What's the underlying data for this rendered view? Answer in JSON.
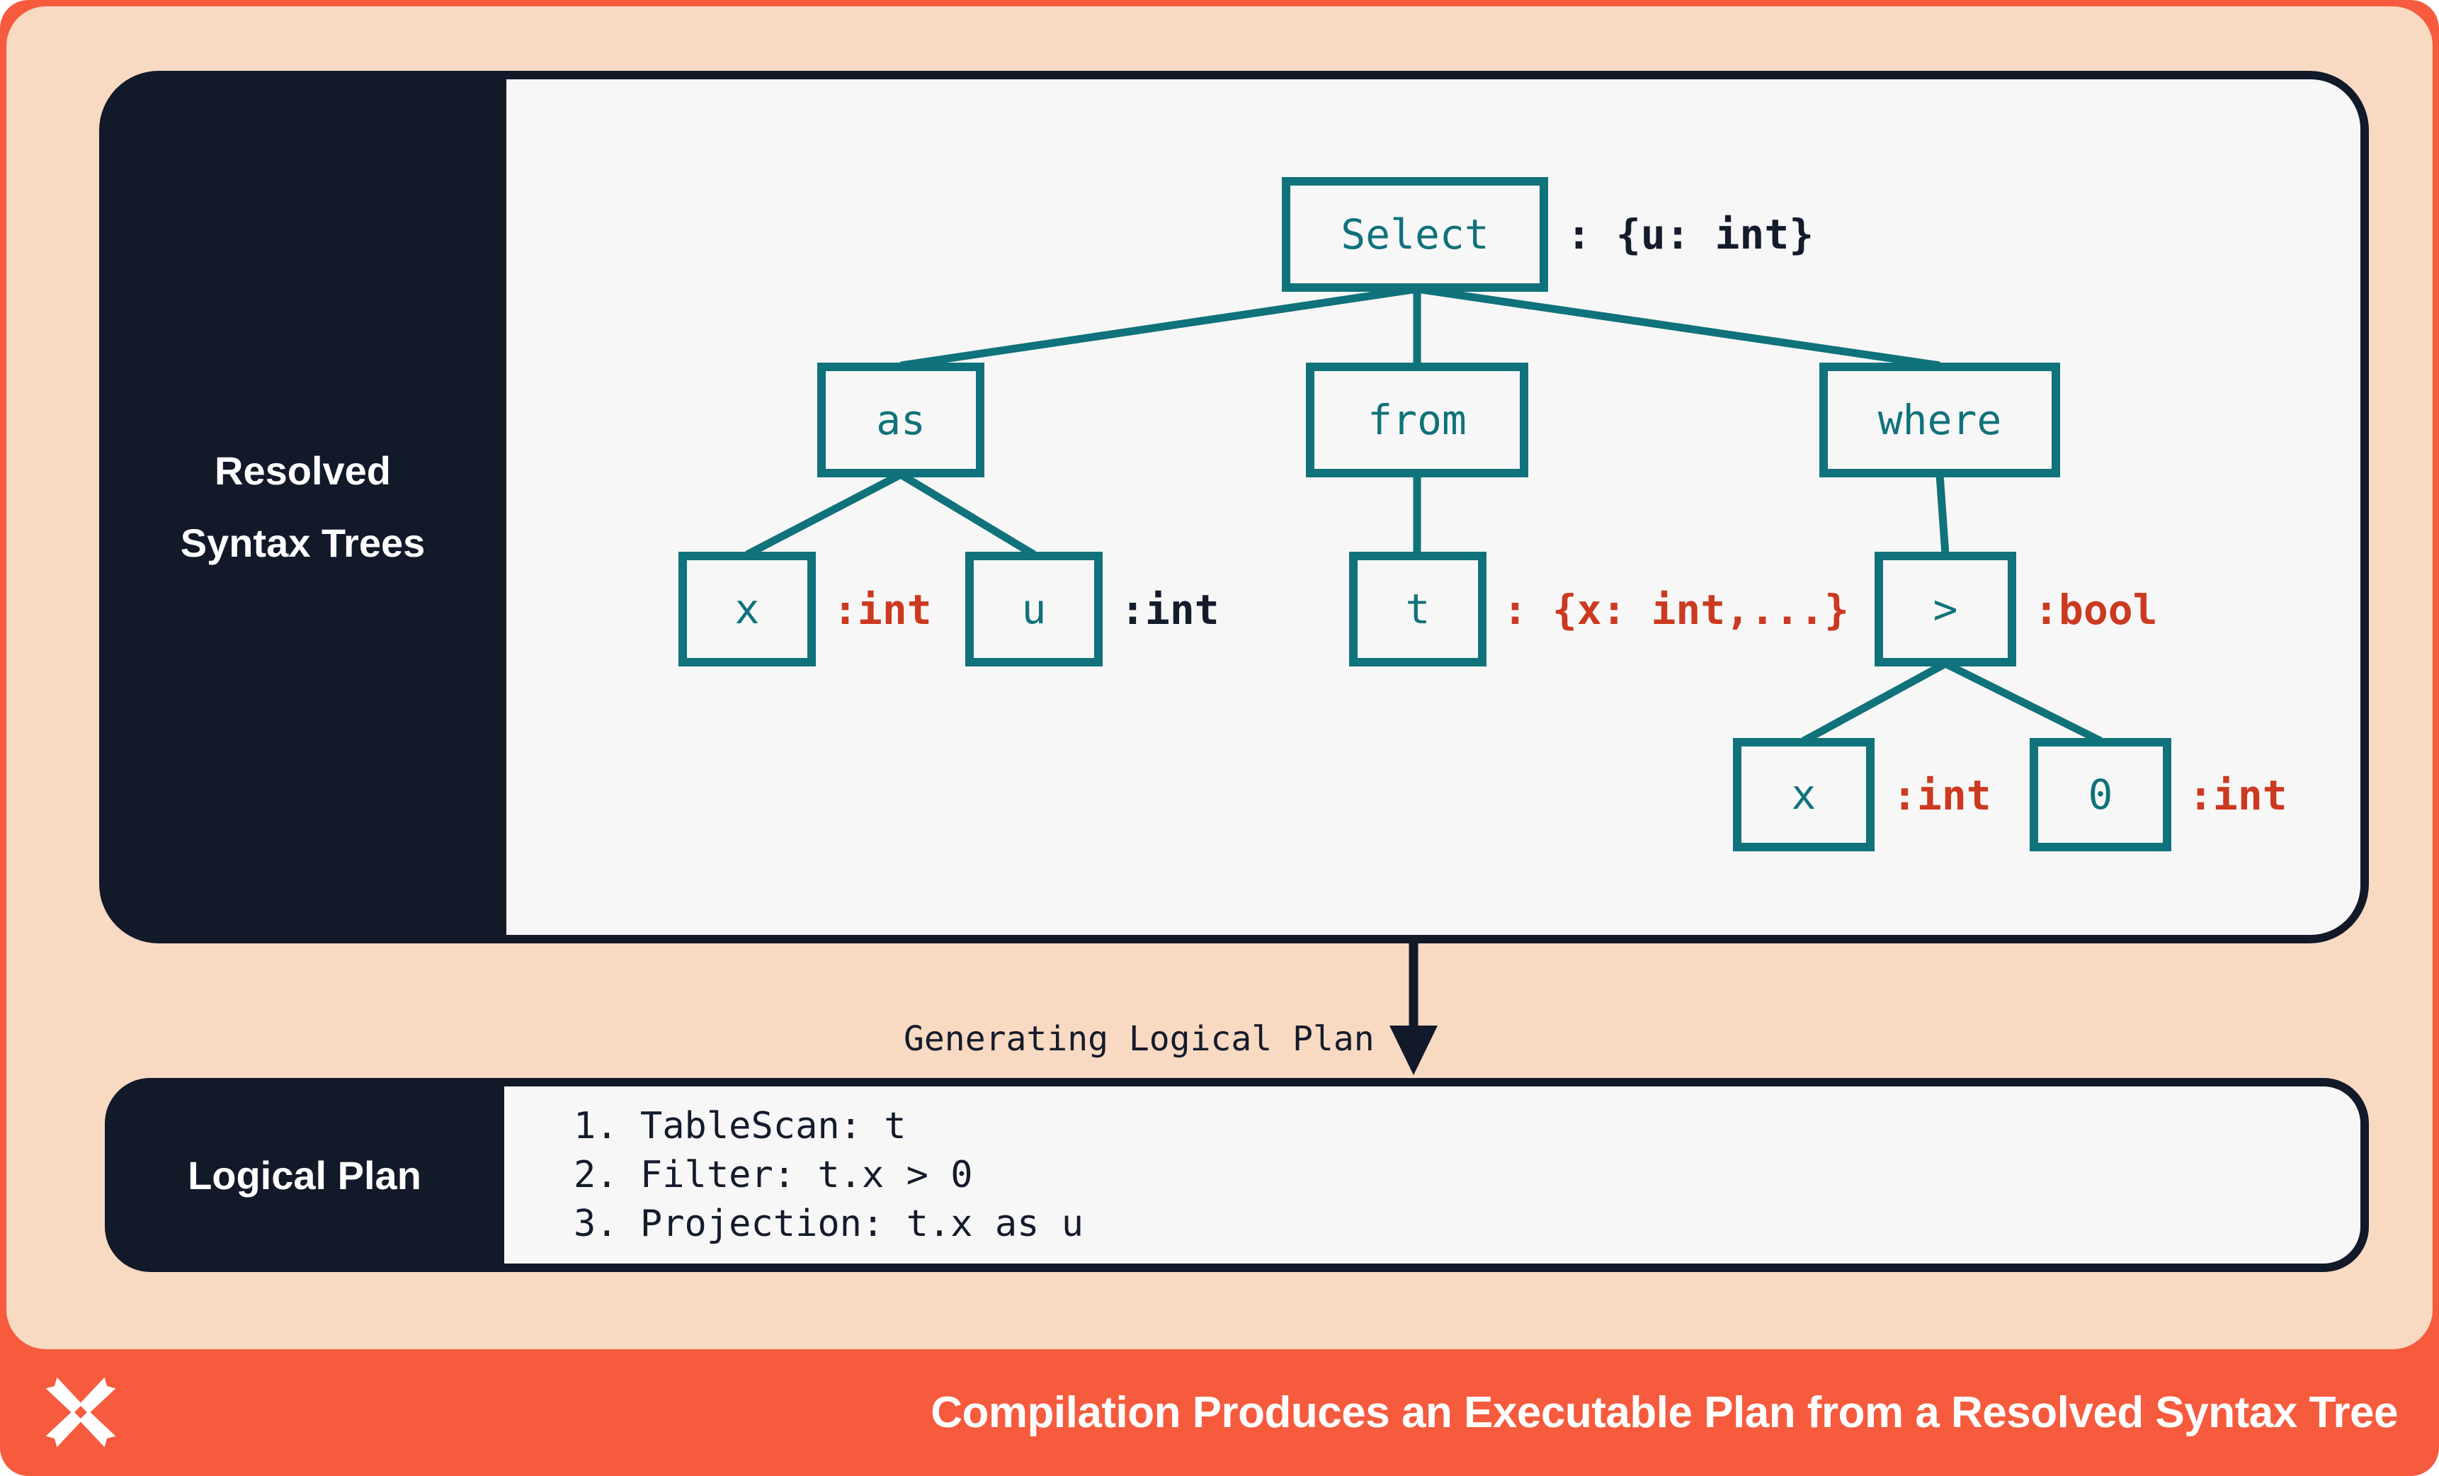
{
  "colors": {
    "accent_orange": "#F65B3E",
    "peach": "#F8D9C2",
    "dark_navy": "#121929",
    "panel_offwhite": "#F7F7F8",
    "tree_teal": "#10727A",
    "type_red": "#CB3A20",
    "white": "#FFFFFF"
  },
  "resolved_panel": {
    "label_line1": "Resolved",
    "label_line2": "Syntax Trees"
  },
  "tree": {
    "nodes": [
      {
        "label": "Select",
        "annotation": ": {u: int}"
      },
      {
        "label": "as"
      },
      {
        "label": "from"
      },
      {
        "label": "where"
      },
      {
        "label": "x",
        "annotation": ":int"
      },
      {
        "label": "u",
        "annotation": ":int"
      },
      {
        "label": "t",
        "annotation": ": {x: int,...}"
      },
      {
        "label": ">",
        "annotation": ":bool"
      },
      {
        "label": "x",
        "annotation": ":int"
      },
      {
        "label": "0",
        "annotation": ":int"
      }
    ]
  },
  "transition": {
    "label": "Generating Logical Plan"
  },
  "logical_plan_panel": {
    "label": "Logical Plan",
    "steps": [
      "1. TableScan: t",
      "2. Filter: t.x > 0",
      "3. Projection: t.x as u"
    ]
  },
  "footer": {
    "logo": "x-cross-logo",
    "title": "Compilation Produces an Executable Plan from a Resolved Syntax Tree"
  }
}
